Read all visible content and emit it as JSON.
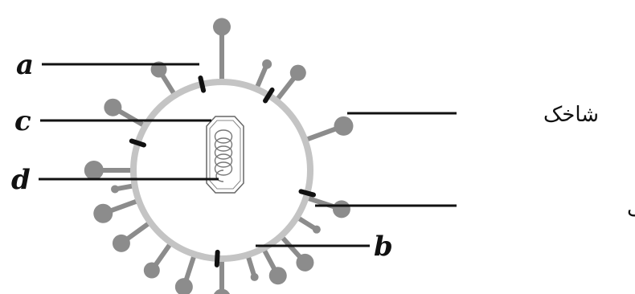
{
  "labels": {
    "a": "a",
    "b": "b",
    "c": "c",
    "d": "d",
    "spike": "شاخک",
    "membrane_protein": "پروتئین غشایی"
  },
  "colors": {
    "spike": "#8c8c8c",
    "envelope": "#c4c4c4",
    "protein": "#111111",
    "outline": "#666666"
  }
}
